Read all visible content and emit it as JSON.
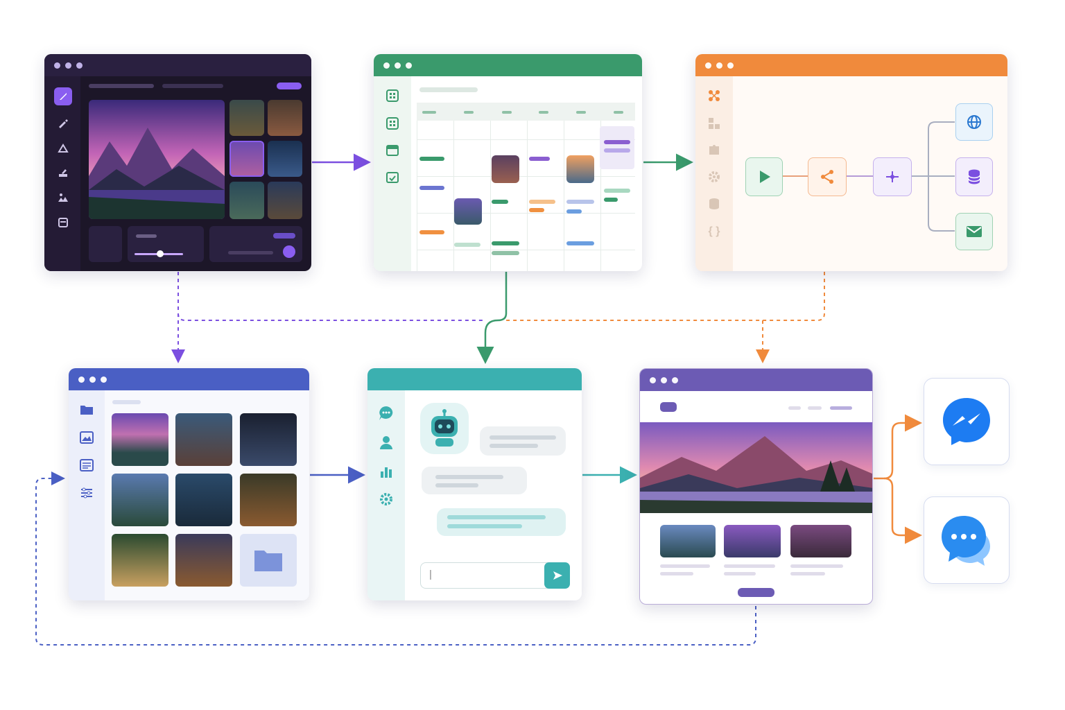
{
  "colors": {
    "purple": "#7b4fe0",
    "green": "#3a9a6c",
    "orange": "#f08a3c",
    "blue": "#4a5fc4",
    "teal": "#3bb0b0",
    "violet": "#6c5bb4",
    "messenger": "#1d7cf2"
  },
  "windows": [
    {
      "name": "image-editor",
      "accent": "#2a1f3d"
    },
    {
      "name": "content-calendar",
      "accent": "#3a9a6c"
    },
    {
      "name": "workflow-builder",
      "accent": "#f08a3c"
    },
    {
      "name": "media-library",
      "accent": "#4a5fc4"
    },
    {
      "name": "chatbot",
      "accent": "#3bb0b0"
    },
    {
      "name": "website-preview",
      "accent": "#6c5bb4"
    }
  ],
  "icons": {
    "editor_tools": [
      "brush-icon",
      "pen-icon",
      "shape-icon",
      "edit-icon",
      "gallery-icon",
      "layers-icon"
    ],
    "calendar_tools": [
      "grid-icon",
      "grid-icon",
      "calendar-icon",
      "calendar-check-icon"
    ],
    "workflow_tools": [
      "nodes-icon",
      "blocks-icon",
      "puzzle-icon",
      "gear-icon",
      "database-icon",
      "code-icon"
    ],
    "workflow_nodes": [
      "play-icon",
      "share-icon",
      "split-icon",
      "globe-icon",
      "database-icon",
      "mail-icon"
    ],
    "library_tools": [
      "folder-icon",
      "image-icon",
      "list-icon",
      "sliders-icon"
    ],
    "chat_tools": [
      "chat-icon",
      "user-icon",
      "chart-icon",
      "gear-icon"
    ],
    "outputs": [
      "messenger-icon",
      "chat-bubble-icon"
    ]
  },
  "chat": {
    "input_value": "|"
  }
}
